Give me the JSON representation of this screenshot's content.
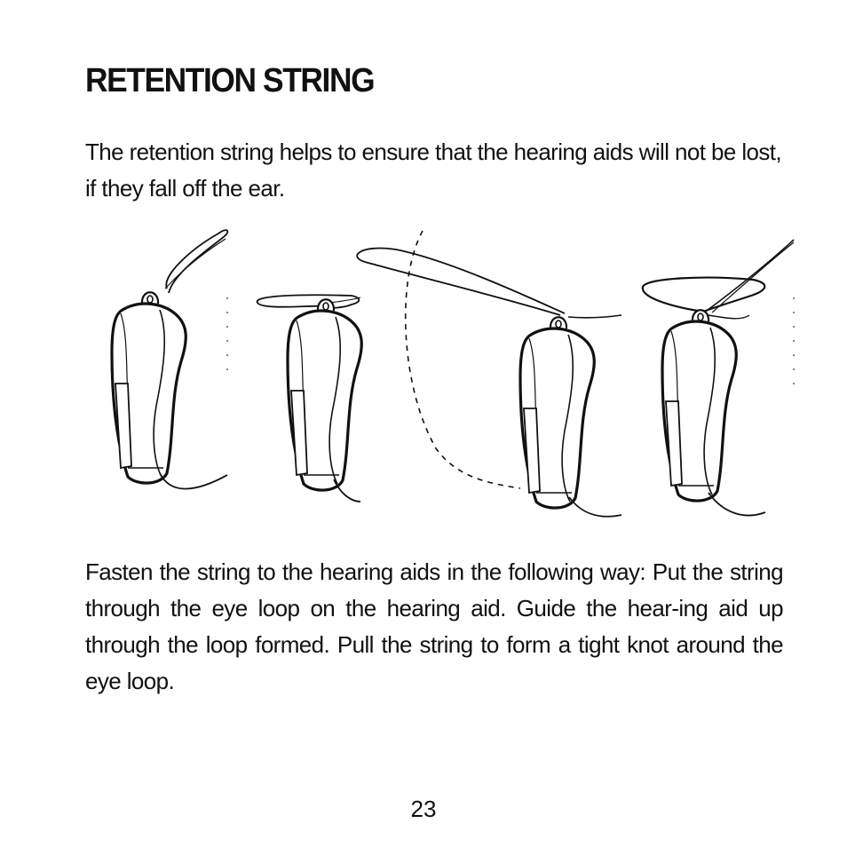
{
  "page": {
    "title": "RETENTION STRING",
    "intro": "The retention string helps to ensure that the hearing aids will not be lost, if they fall off the ear.",
    "instructions": "Fasten the string to the hearing aids in the following way: Put the string through the eye loop on the hearing aid. Guide the hear-ing aid up through the loop formed. Pull the string to form a tight knot around the eye loop.",
    "page_number": "23"
  },
  "figure": {
    "steps": [
      {
        "icon": "hearing-aid-with-string-loop"
      },
      {
        "icon": "hearing-aid-string-through-eye-loop"
      },
      {
        "icon": "hearing-aid-guided-through-loop"
      },
      {
        "icon": "hearing-aid-tight-knot"
      }
    ]
  }
}
